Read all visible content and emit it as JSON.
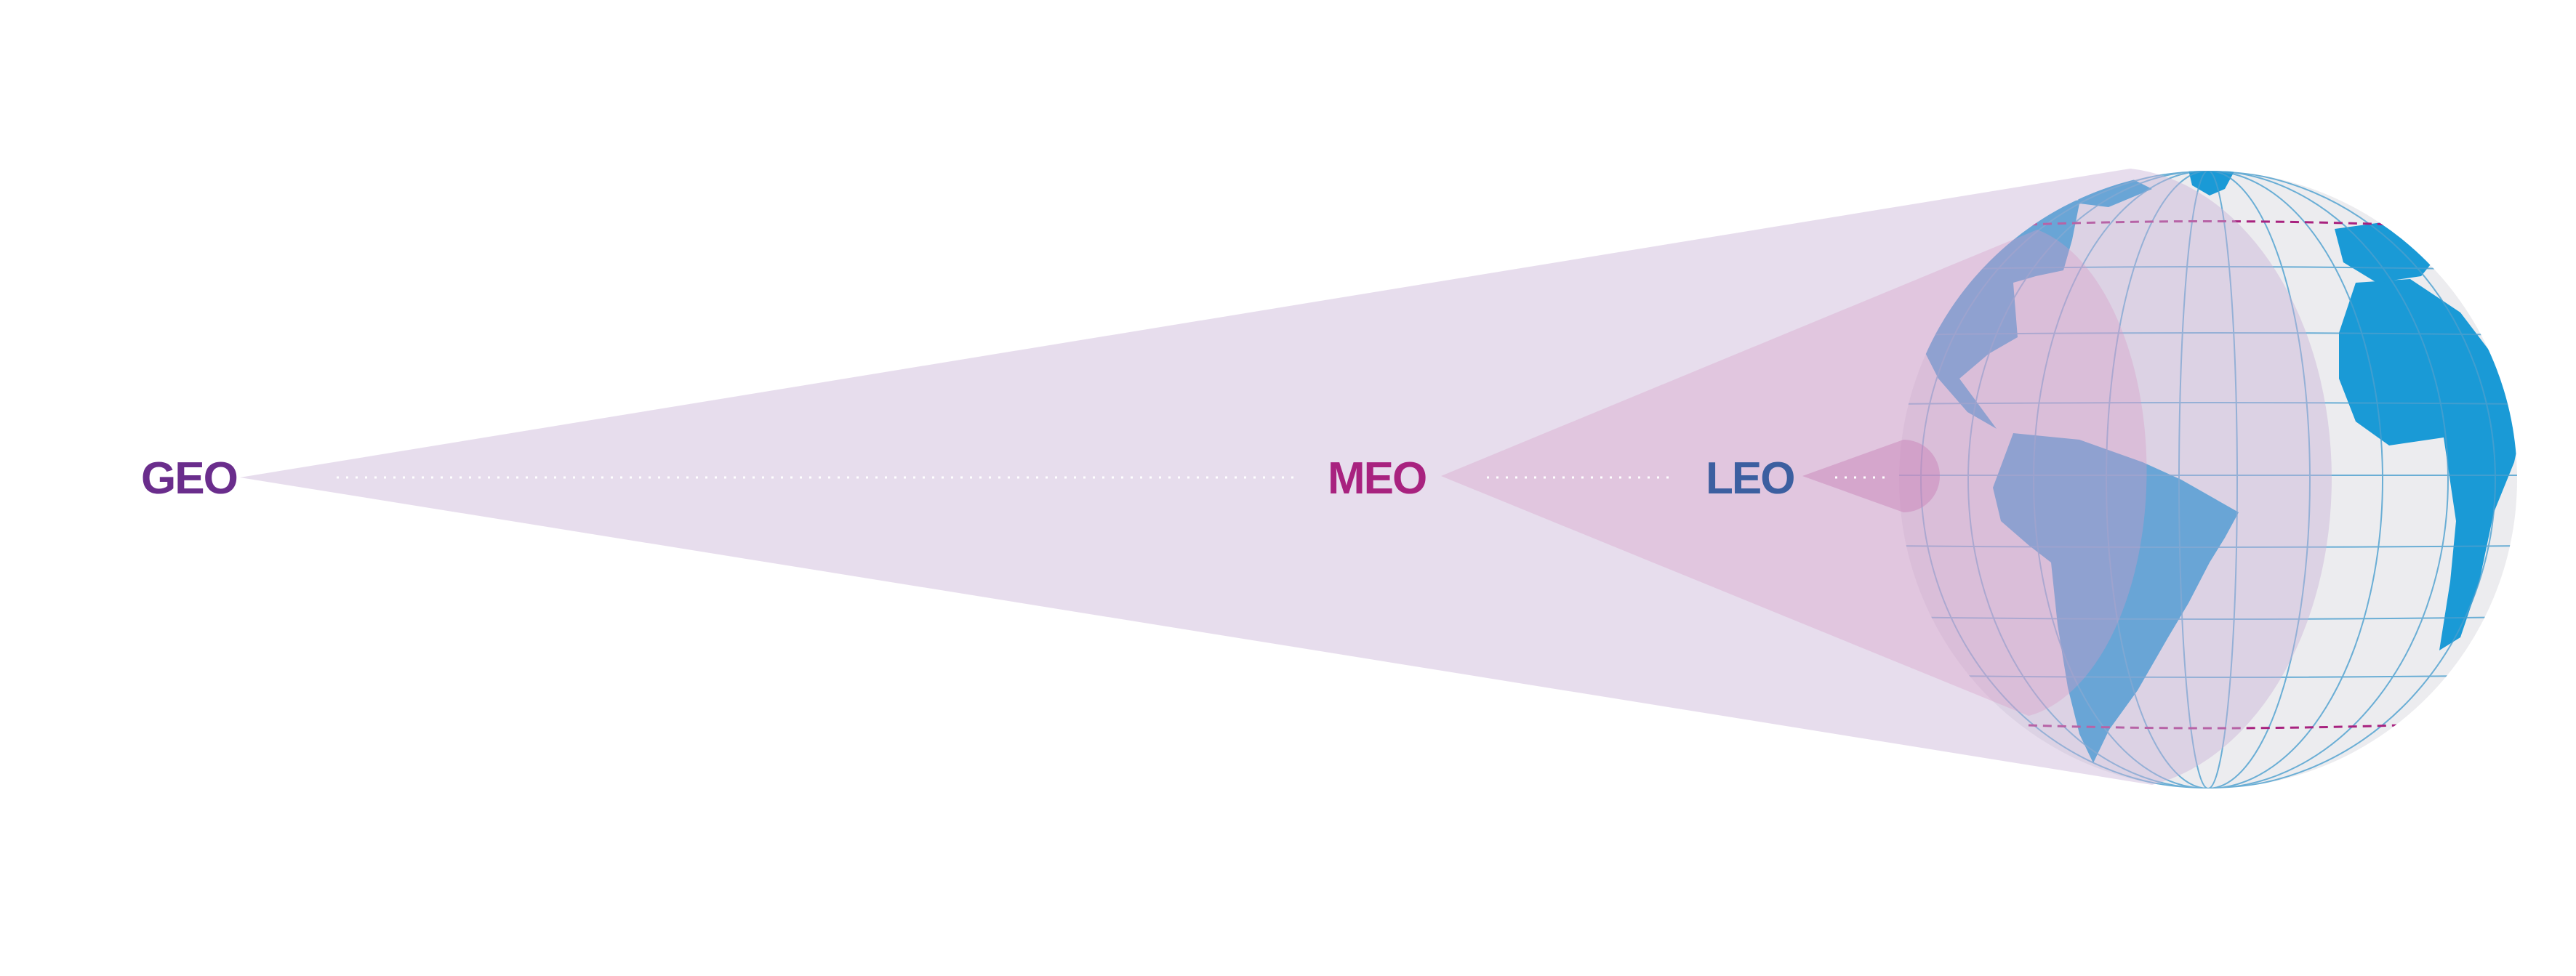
{
  "labels": {
    "geo": "GEO",
    "meo": "MEO",
    "leo": "LEO"
  },
  "colors": {
    "geo": "#6a2d8c",
    "meo": "#a8227f",
    "leo": "#3c5fa0",
    "land": "#1a9ad6",
    "ocean": "#ececef",
    "grid": "#4a9fcf",
    "tropic": "#a8227f"
  },
  "icons": [
    "earth-globe-icon"
  ]
}
